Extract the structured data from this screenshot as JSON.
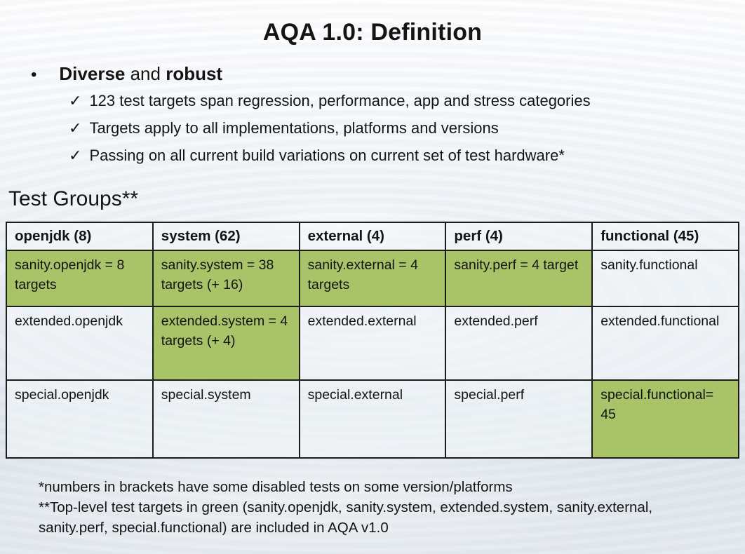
{
  "slide": {
    "title": "AQA 1.0: Definition",
    "bullet_char": "•",
    "check_char": "✓",
    "bullet": {
      "bold1": "Diverse",
      "mid": " and ",
      "bold2": "robust"
    },
    "sub_bullets": [
      "123 test targets span regression, performance, app and stress categories",
      "Targets apply to all implementations, platforms and versions",
      "Passing on all current build variations on current set of test hardware*"
    ],
    "section_heading": "Test Groups**",
    "table": {
      "headers": [
        "openjdk (8)",
        "system (62)",
        "external (4)",
        "perf (4)",
        "functional (45)"
      ],
      "rows": [
        {
          "cells": [
            {
              "text": "sanity.openjdk = 8 targets",
              "green": true
            },
            {
              "text": "sanity.system = 38 targets  (+ 16)",
              "green": true
            },
            {
              "text": "sanity.external = 4 targets",
              "green": true
            },
            {
              "text": "sanity.perf = 4 target",
              "green": true
            },
            {
              "text": "sanity.functional",
              "green": false
            }
          ]
        },
        {
          "cells": [
            {
              "text": "extended.openjdk",
              "green": false
            },
            {
              "text": "extended.system = 4 targets (+ 4)",
              "green": true
            },
            {
              "text": "extended.external",
              "green": false
            },
            {
              "text": "extended.perf",
              "green": false
            },
            {
              "text": "extended.functional",
              "green": false
            }
          ]
        },
        {
          "cells": [
            {
              "text": "special.openjdk",
              "green": false
            },
            {
              "text": "special.system",
              "green": false
            },
            {
              "text": "special.external",
              "green": false
            },
            {
              "text": "special.perf",
              "green": false
            },
            {
              "text": "special.functional= 45",
              "green": true
            }
          ]
        }
      ]
    },
    "footnotes": [
      "*numbers in brackets have some disabled tests on some version/platforms",
      "**Top-level test targets in green (sanity.openjdk, sanity.system, extended.system, sanity.external, sanity.perf, special.functional) are included in AQA v1.0"
    ],
    "colors": {
      "highlight_green": "#a9c368",
      "table_border": "#1c1c1c",
      "text": "#141414",
      "background_tint": "#e4eaf0"
    }
  }
}
